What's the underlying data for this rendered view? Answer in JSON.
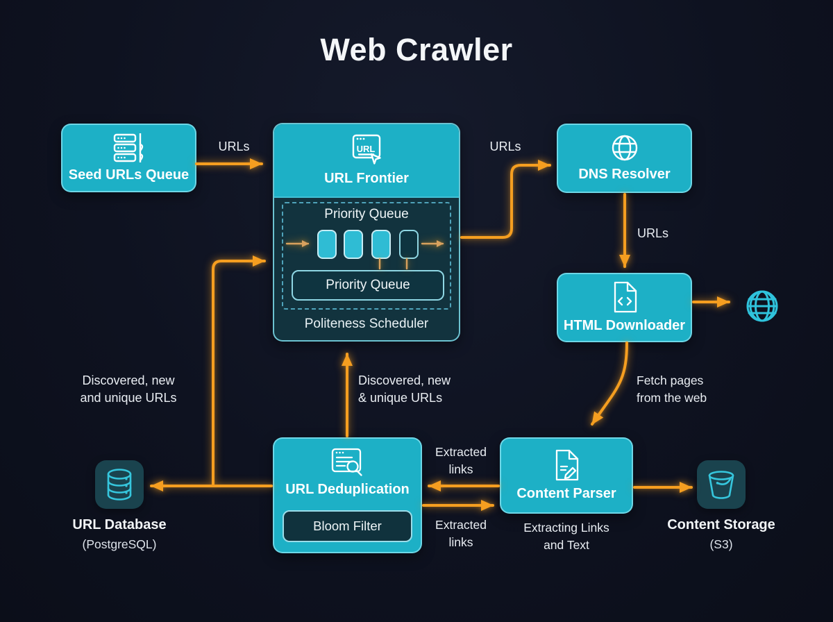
{
  "title": "Web Crawler",
  "colors": {
    "background": "#0e1220",
    "node_fill": "#1db0c6",
    "node_border": "#7dddeb",
    "frontier_body": "#12333e",
    "arrow": "#f59e20",
    "small_arrow": "#d8a15e",
    "tile_fill": "#1a434e",
    "icon_teal": "#2fc3dc",
    "text": "#f2f5f7"
  },
  "nodes": {
    "seed_queue": {
      "label": "Seed URLs Queue"
    },
    "url_frontier": {
      "label": "URL Frontier",
      "priority_queue_top": "Priority Queue",
      "priority_queue_bottom": "Priority Queue",
      "scheduler": "Politeness Scheduler"
    },
    "dns_resolver": {
      "label": "DNS Resolver"
    },
    "html_downloader": {
      "label": "HTML Downloader"
    },
    "content_parser": {
      "label": "Content Parser",
      "sublabel": "Extracting Links\nand Text"
    },
    "url_dedup": {
      "label": "URL Deduplication",
      "bloom_filter": "Bloom Filter"
    },
    "url_database": {
      "label": "URL Database",
      "sublabel": "(PostgreSQL)"
    },
    "content_storage": {
      "label": "Content Storage",
      "sublabel": "(S3)"
    }
  },
  "edges": {
    "seed_to_frontier": "URLs",
    "frontier_to_dns": "URLs",
    "dns_to_downloader": "URLs",
    "downloader_to_parser": "Fetch pages\nfrom the web",
    "parser_to_dedup": "Extracted\nlinks",
    "dedup_to_parser": "Extracted\nlinks",
    "dedup_to_frontier": "Discovered, new\n&  unique URLs",
    "dedup_to_database": "Discovered, new\nand unique URLs"
  },
  "icons": {
    "seed_queue": "server-stack-icon",
    "url_frontier": "url-window-icon",
    "url_frontier_text": "URL",
    "dns_resolver": "globe-icon",
    "html_downloader": "code-file-icon",
    "web": "internet-globe-icon",
    "content_parser": "document-edit-icon",
    "url_dedup": "search-list-icon",
    "url_database": "database-icon",
    "content_storage": "bucket-icon"
  }
}
